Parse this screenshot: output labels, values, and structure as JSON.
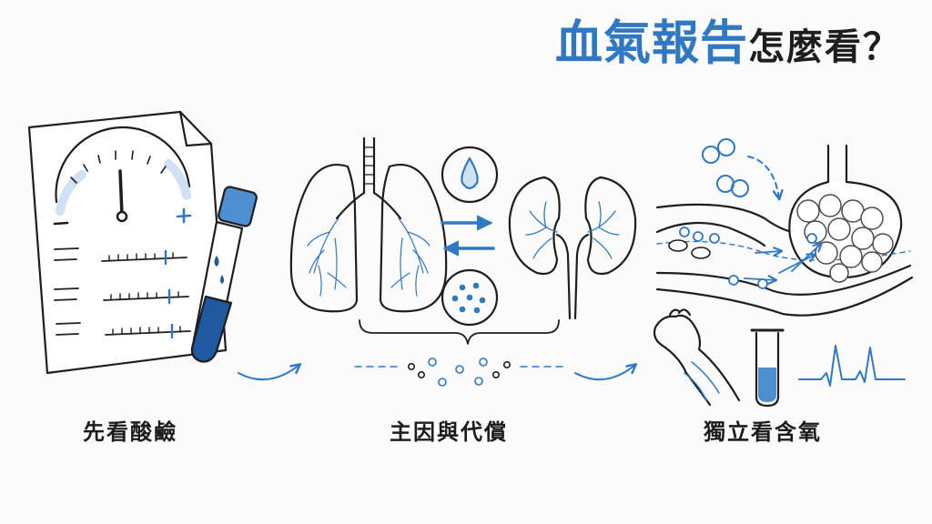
{
  "title": {
    "accent": "血氣報告",
    "rest": "怎麼看？"
  },
  "steps": [
    {
      "label": "先看酸鹼",
      "icon": "report-gauge-blood-tube-icon"
    },
    {
      "label": "主因與代償",
      "icon": "lungs-kidneys-exchange-icon"
    },
    {
      "label": "獨立看含氧",
      "icon": "alveolus-wrist-tube-waveform-icon"
    }
  ],
  "colors": {
    "accent": "#2f78c4",
    "ink": "#1e1e1e",
    "light_blue": "#cfe1f3",
    "deep_blue": "#1f5aa0"
  }
}
